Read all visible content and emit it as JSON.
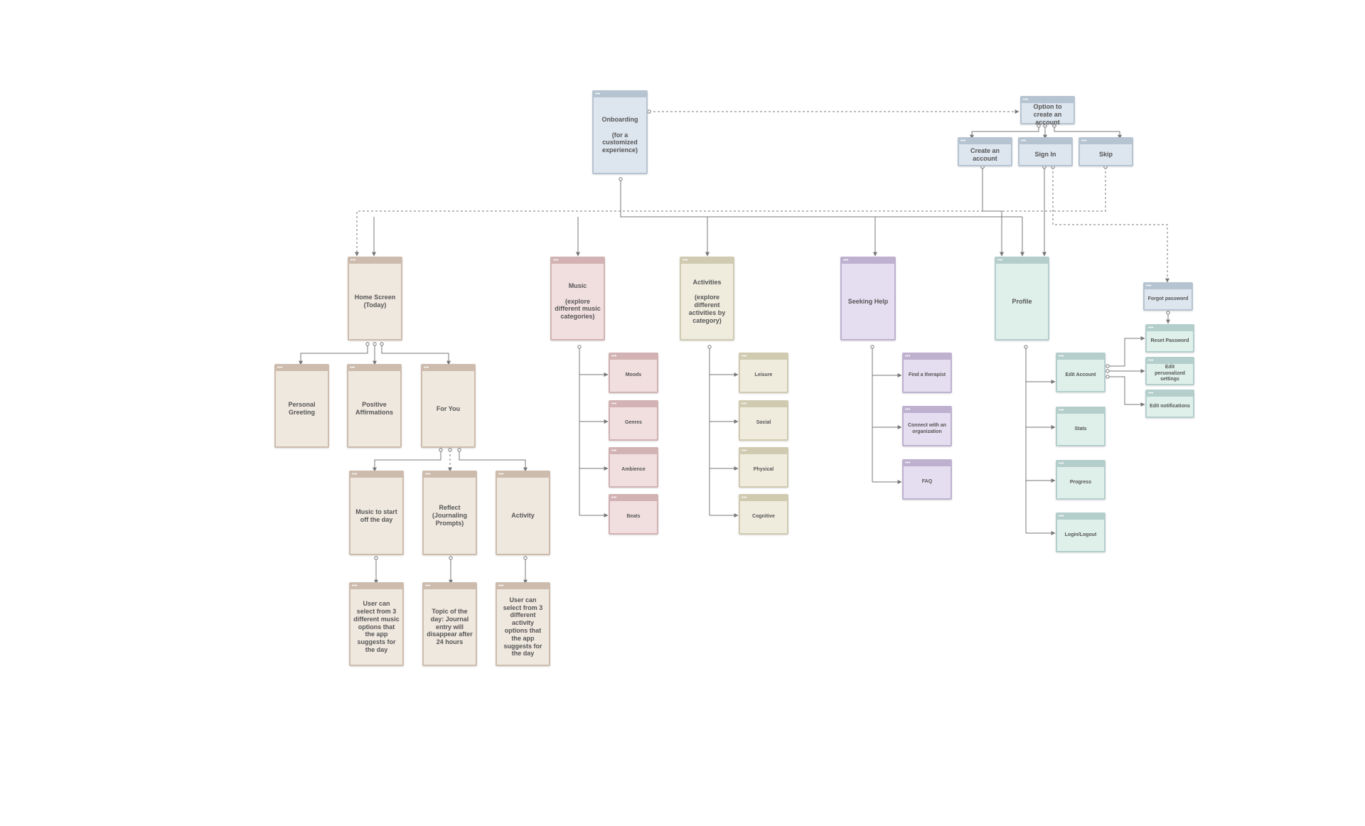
{
  "colors": {
    "onboarding": "#dde5ee",
    "home": "#efe8df",
    "music": "#f1dfe0",
    "activities": "#efecde",
    "help": "#e5def0",
    "profile": "#dff0ea",
    "connector": "#777777"
  },
  "nodes": {
    "onboarding": "Onboarding\n\n(for a customized experience)",
    "option_create_account": "Option to create an account",
    "create_account": "Create an account",
    "sign_in": "Sign In",
    "skip": "Skip",
    "home_screen": "Home Screen (Today)",
    "music": "Music\n\n(explore different music categories)",
    "activities": "Activities\n\n(explore different activities by category)",
    "seeking_help": "Seeking Help",
    "profile": "Profile",
    "forgot_password": "Forgot password",
    "personal_greeting": "Personal Greeting",
    "positive_affirmations": "Positive Affirmations",
    "for_you": "For You",
    "music_start_day": "Music to start off the day",
    "reflect": "Reflect (Journaling Prompts)",
    "activity": "Activity",
    "music_options": "User can select from 3 different music options that the app suggests for the day",
    "topic_of_day": "Topic of the day: Journal entry will disappear after 24 hours",
    "activity_options": "User can select from 3 different activity options that the app suggests for the day",
    "moods": "Moods",
    "genres": "Genres",
    "ambience": "Ambience",
    "beats": "Beats",
    "leisure": "Leisure",
    "social": "Social",
    "physical": "Physical",
    "cognitive": "Cognitive",
    "find_therapist": "Find a therapist",
    "connect_org": "Connect with an organization",
    "faq": "FAQ",
    "edit_account": "Edit Account",
    "stats": "Stats",
    "progress": "Progress",
    "login_logout": "Login/Logout",
    "reset_password": "Reset Password",
    "edit_personalized_settings": "Edit personalized settings",
    "edit_notifications": "Edit notifications"
  }
}
